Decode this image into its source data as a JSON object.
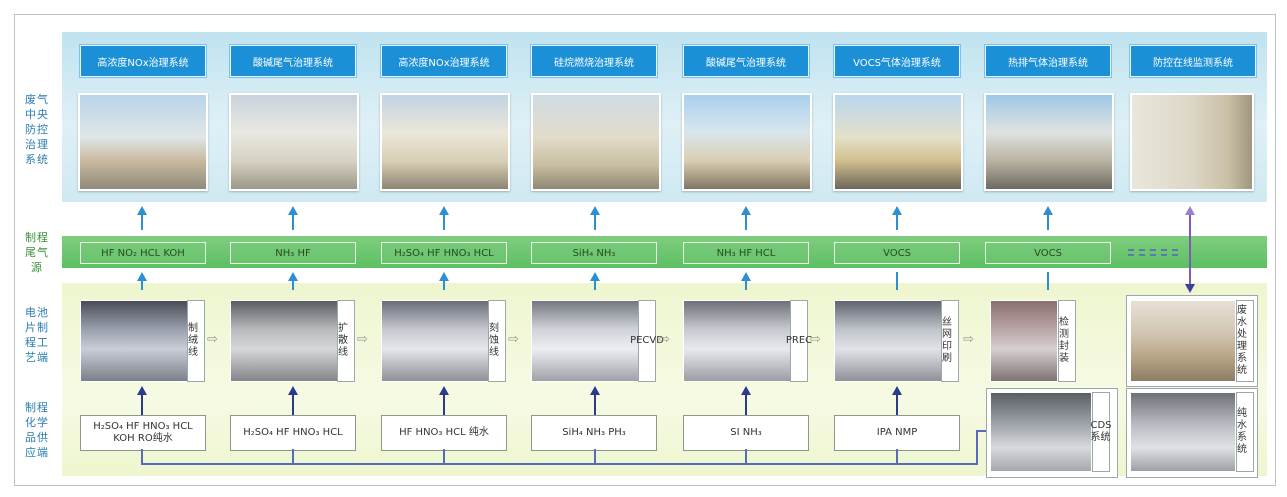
{
  "row_labels": {
    "exhaust": "废气中央防控治理系统",
    "gases": "制程尾气源",
    "process": "电池片制程工艺端",
    "chemicals": "制程化学品供应端"
  },
  "systems": [
    {
      "title": "高浓度NOx治理系统"
    },
    {
      "title": "酸碱尾气治理系统"
    },
    {
      "title": "高浓度NOx治理系统"
    },
    {
      "title": "硅烷燃烧治理系统"
    },
    {
      "title": "酸碱尾气治理系统"
    },
    {
      "title": "VOCS气体治理系统"
    },
    {
      "title": "热排气体治理系统"
    },
    {
      "title": "防控在线监测系统"
    }
  ],
  "gases": [
    "HF NO₂ HCL KOH",
    "NH₃ HF",
    "H₂SO₄ HF HNO₃ HCL",
    "SiH₄ NH₃",
    "NH₃ HF HCL",
    "VOCS",
    "VOCS"
  ],
  "processes": [
    {
      "label": "制绒线"
    },
    {
      "label": "扩散线"
    },
    {
      "label": "刻蚀线"
    },
    {
      "label": "PECVD"
    },
    {
      "label": "PREC"
    },
    {
      "label": "丝网印刷"
    },
    {
      "label": "检测封装"
    },
    {
      "label": "废水处理系统"
    }
  ],
  "chemicals": [
    "H₂SO₄ HF HNO₃ HCL KOH RO纯水",
    "H₂SO₄ HF HNO₃ HCL",
    "HF HNO₃ HCL 纯水",
    "SiH₄ NH₃ PH₃",
    "SI NH₃",
    "IPA NMP"
  ],
  "extra": {
    "cds_label": "CDS系统",
    "pure_water_label": "纯水系统"
  }
}
